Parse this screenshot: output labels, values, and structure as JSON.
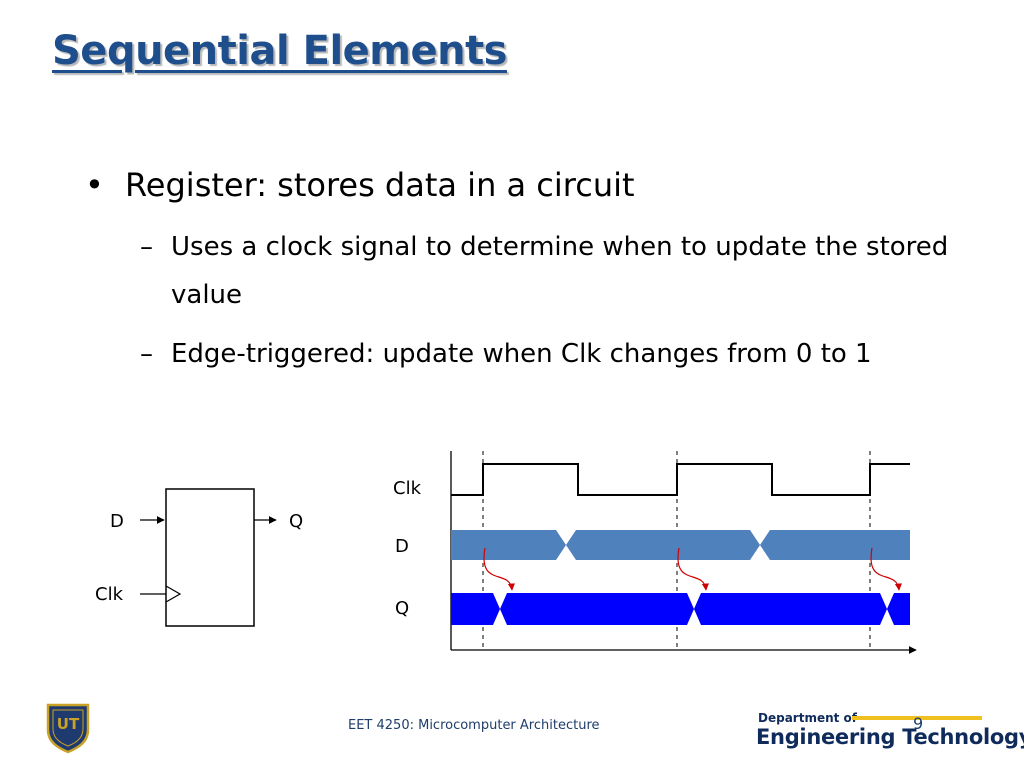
{
  "slide": {
    "title": "Sequential Elements",
    "bullet": "Register: stores data in a circuit",
    "bullet_marker": "•",
    "sub_marker": "–",
    "sub_bullets": [
      "Uses a clock signal to determine when to update the stored value",
      "Edge-triggered: update when Clk changes from 0 to 1"
    ]
  },
  "register_symbol": {
    "input_d": "D",
    "input_clk": "Clk",
    "output_q": "Q"
  },
  "timing_diagram": {
    "signals": [
      "Clk",
      "D",
      "Q"
    ],
    "colors": {
      "d_fill": "#4f81bd",
      "q_fill": "#0000ff",
      "arrow": "#d00000"
    }
  },
  "footer": {
    "course": "EET 4250: Microcomputer Architecture",
    "page": "9",
    "dept_line1": "Department of",
    "dept_line2": "Engineering Technology",
    "shield_text": "UT"
  }
}
